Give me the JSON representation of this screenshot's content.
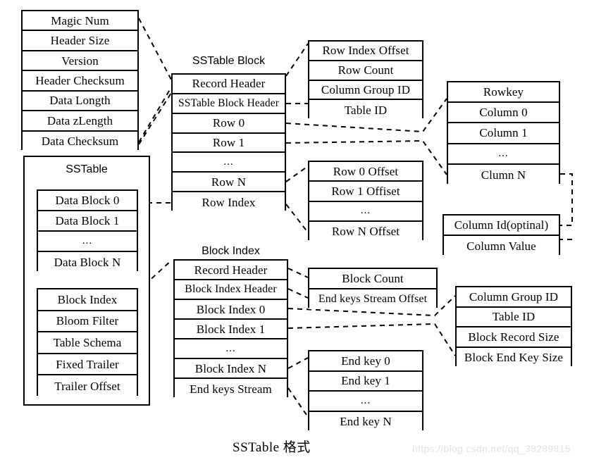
{
  "caption": "SSTable 格式",
  "watermark": "https://blog.csdn.net/qq_38289815",
  "colors": {
    "line": "#000000",
    "background": "#ffffff",
    "watermark": "#e2e2e2"
  },
  "blocks": {
    "record_header": {
      "title": "",
      "cells": [
        "Magic Num",
        "Header Size",
        "Version",
        "Header Checksum",
        "Data Longth",
        "Data zLength",
        "Data Checksum"
      ]
    },
    "sstable": {
      "title": "SSTable",
      "data_blocks": [
        "Data Block 0",
        "Data Block 1",
        "...",
        "Data Block N"
      ],
      "meta_blocks": [
        "Block Index",
        "Bloom Filter",
        "Table Schema",
        "Fixed Trailer",
        "Trailer Offset"
      ]
    },
    "sstable_block": {
      "title": "SSTable Block",
      "cells": [
        "Record Header",
        "SSTable Block Header",
        "Row 0",
        "Row 1",
        "...",
        "Row N",
        "Row Index"
      ]
    },
    "sstable_block_header": {
      "title": "",
      "cells": [
        "Row Index Offset",
        "Row Count",
        "Column Group ID",
        "Table ID"
      ]
    },
    "row_index": {
      "title": "",
      "cells": [
        "Row 0 Offset",
        "Row 1 Offiset",
        "...",
        "Row N Offset"
      ]
    },
    "row_detail": {
      "title": "",
      "cells": [
        "Rowkey",
        "Column 0",
        "Column 1",
        "...",
        "Clumn N"
      ]
    },
    "column_detail": {
      "title": "",
      "cells": [
        "Column Id(optinal)",
        "Column Value"
      ]
    },
    "block_index": {
      "title": "Block Index",
      "cells": [
        "Record Header",
        "Block Index Header",
        "Block Index 0",
        "Block Index 1",
        "...",
        "Block Index N",
        "End keys Stream"
      ]
    },
    "block_index_header": {
      "title": "",
      "cells": [
        "Block Count",
        "End keys Stream Offset"
      ]
    },
    "block_index_detail": {
      "title": "",
      "cells": [
        "Column Group ID",
        "Table ID",
        "Block Record Size",
        "Block End Key Size"
      ]
    },
    "end_keys_stream": {
      "title": "",
      "cells": [
        "End key 0",
        "End key 1",
        "...",
        "End key N"
      ]
    }
  }
}
